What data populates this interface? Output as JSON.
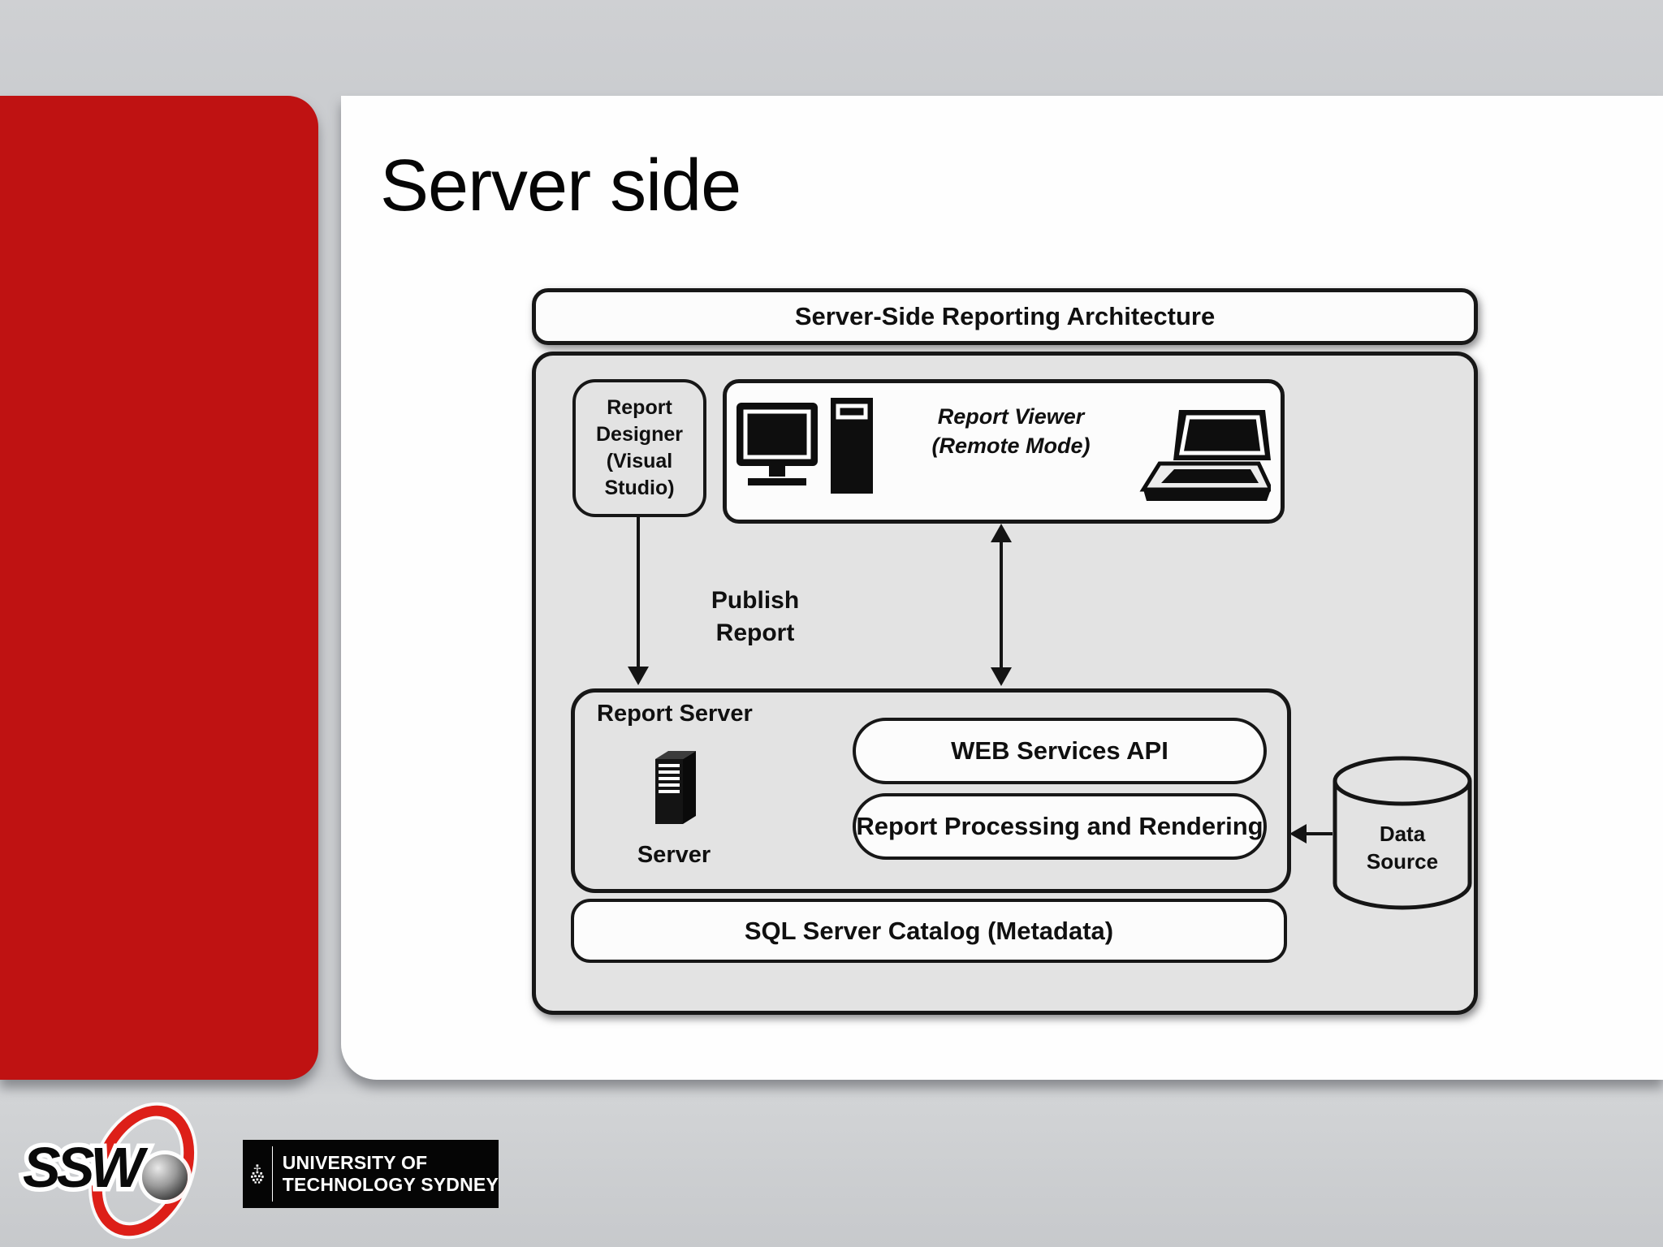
{
  "slide": {
    "title": "Server side",
    "colors": {
      "accent_red": "#bf1212",
      "background_gray": "#cbcdd0",
      "figure_body_gray": "#e3e3e3",
      "line_black": "#141414"
    }
  },
  "figure": {
    "header_title": "Server-Side Reporting Architecture",
    "report_designer": {
      "line1": "Report",
      "line2": "Designer",
      "line3": "(Visual",
      "line4": "Studio)"
    },
    "report_viewer": {
      "line1": "Report Viewer",
      "line2": "(Remote Mode)"
    },
    "publish": {
      "line1": "Publish",
      "line2": "Report"
    },
    "report_server_label": "Report Server",
    "server_caption": "Server",
    "web_services_api": "WEB Services API",
    "report_processing": "Report Processing and Rendering",
    "sql_catalog": "SQL Server Catalog (Metadata)",
    "data_source": {
      "line1": "Data",
      "line2": "Source"
    },
    "icons": {
      "desktop": "desktop-computer-icon",
      "laptop": "laptop-icon",
      "server": "server-tower-icon",
      "database": "database-cylinder-icon",
      "publish_arrow": "arrow-down",
      "viewer_server_arrow": "arrow-up-down",
      "datasource_arrow": "arrow-left"
    }
  },
  "footer": {
    "ssw_logo_text": "SSW",
    "uts_logo": {
      "line1": "UNIVERSITY OF",
      "line2": "TECHNOLOGY SYDNEY"
    }
  }
}
